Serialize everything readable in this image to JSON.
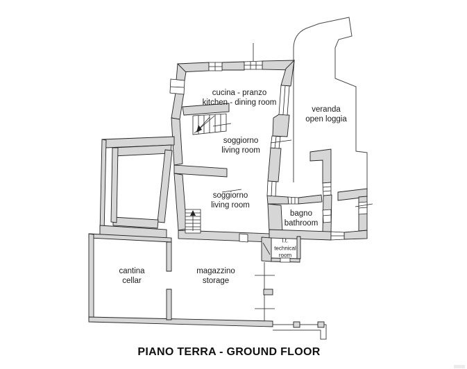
{
  "title": "PIANO TERRA - GROUND FLOOR",
  "rooms": [
    {
      "id": "kitchen-dining",
      "line1": "cucina - pranzo",
      "line2": "kitchen - dining room"
    },
    {
      "id": "living-room-upper",
      "line1": "soggiorno",
      "line2": "living room"
    },
    {
      "id": "living-room-lower",
      "line1": "soggiorno",
      "line2": "living room"
    },
    {
      "id": "veranda",
      "line1": "veranda",
      "line2": "open loggia"
    },
    {
      "id": "bathroom",
      "line1": "bagno",
      "line2": "bathroom"
    },
    {
      "id": "technical-room",
      "line1": "l.t.",
      "line2": "technical",
      "line3": "room"
    },
    {
      "id": "cellar",
      "line1": "cantina",
      "line2": "cellar"
    },
    {
      "id": "storage",
      "line1": "magazzino",
      "line2": "storage"
    }
  ],
  "colors": {
    "wall_fill": "#d6d6d6",
    "line": "#232323",
    "background": "#ffffff"
  }
}
